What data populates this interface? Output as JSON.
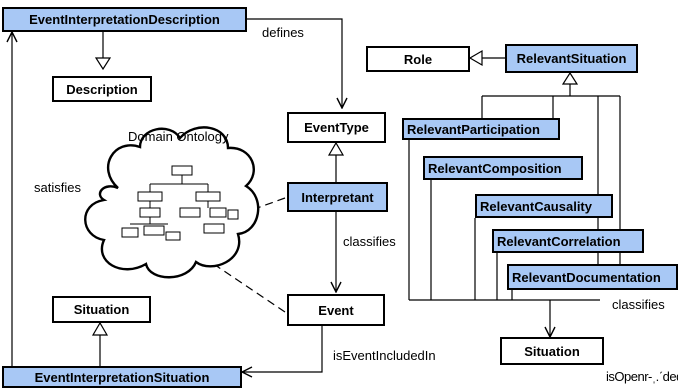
{
  "boxes": {
    "event_interpretation_description": "EventInterpretationDescription",
    "description": "Description",
    "role": "Role",
    "relevant_situation": "RelevantSituation",
    "event_type": "EventType",
    "relevant_participation": "RelevantParticipation",
    "relevant_composition": "RelevantComposition",
    "interpretant": "Interpretant",
    "relevant_causality": "RelevantCausality",
    "relevant_correlation": "RelevantCorrelation",
    "relevant_documentation": "RelevantDocumentation",
    "event": "Event",
    "situation_left": "Situation",
    "situation_right": "Situation",
    "event_interpretation_situation": "EventInterpretationSituation"
  },
  "labels": {
    "defines": "defines",
    "domain_ontology": "Domain Ontology",
    "satisfies": "satisfies",
    "classifies_center": "classifies",
    "classifies_right": "classifies",
    "is_event_included_in": "isEventIncludedIn",
    "is_event_included_in_clipped": "isOpenr‐ˌ.ˊdedIr"
  },
  "colors": {
    "blue_fill": "#a8c8f5",
    "white_fill": "#ffffff",
    "stroke": "#000000"
  },
  "icons": {
    "domain_ontology": "cloud-with-class-tree"
  }
}
